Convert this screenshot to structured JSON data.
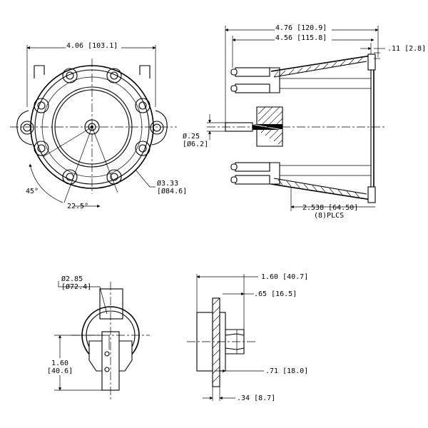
{
  "dimensions": {
    "top_left_width": "4.06 [103.1]",
    "top_left_diameter_line1": "Ø3.33",
    "top_left_diameter_line2": "[Ø84.6]",
    "angle_45": "45°",
    "angle_22_5": "22.5°",
    "overall_length": "4.76 [120.9]",
    "body_length": "4.56 [115.8]",
    "flange_thickness": ".11 [2.8]",
    "terminal_diameter_line1": "Ø.25",
    "terminal_diameter_line2": "[Ø6.2]",
    "terminal_length_line1": "2.538 [64.50]",
    "terminal_length_line2": "(8)PLCS",
    "rotor_diameter_line1": "Ø2.85",
    "rotor_diameter_line2": "[Ø72.4]",
    "rotor_height_line1": "1.60",
    "rotor_height_line2": "[40.6]",
    "rotor_length": "1.60 [40.7]",
    "rotor_tip": ".65 [16.5]",
    "rotor_body": ".71 [18.0]",
    "rotor_hub": ".34 [8.7]"
  }
}
